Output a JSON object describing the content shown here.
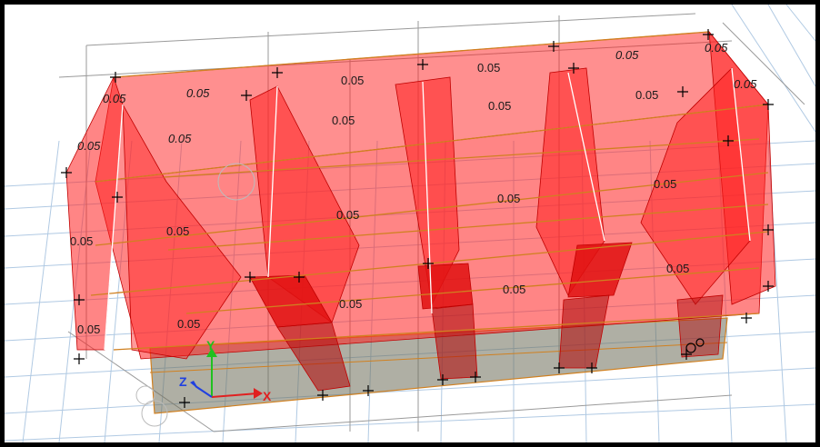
{
  "viewport": {
    "panel_labels": [
      "0.05",
      "0.05",
      "0.05",
      "0.05",
      "0.05",
      "0.05",
      "0.05",
      "0.05",
      "0.05",
      "0.05",
      "0.05",
      "0.05",
      "0.05",
      "0.05",
      "0.05",
      "0.05",
      "0.05",
      "0.05",
      "0.05",
      "0.05"
    ],
    "axis": {
      "x": "X",
      "y": "Y",
      "z": "Z"
    },
    "colors": {
      "panel_red": "#ff2020",
      "floor_gray": "#6e6e5a",
      "grid_blue": "#a8c4e0",
      "axis_x": "#e02020",
      "axis_y": "#20c020",
      "axis_z": "#2040e0",
      "beam_orange": "#d08020"
    }
  }
}
